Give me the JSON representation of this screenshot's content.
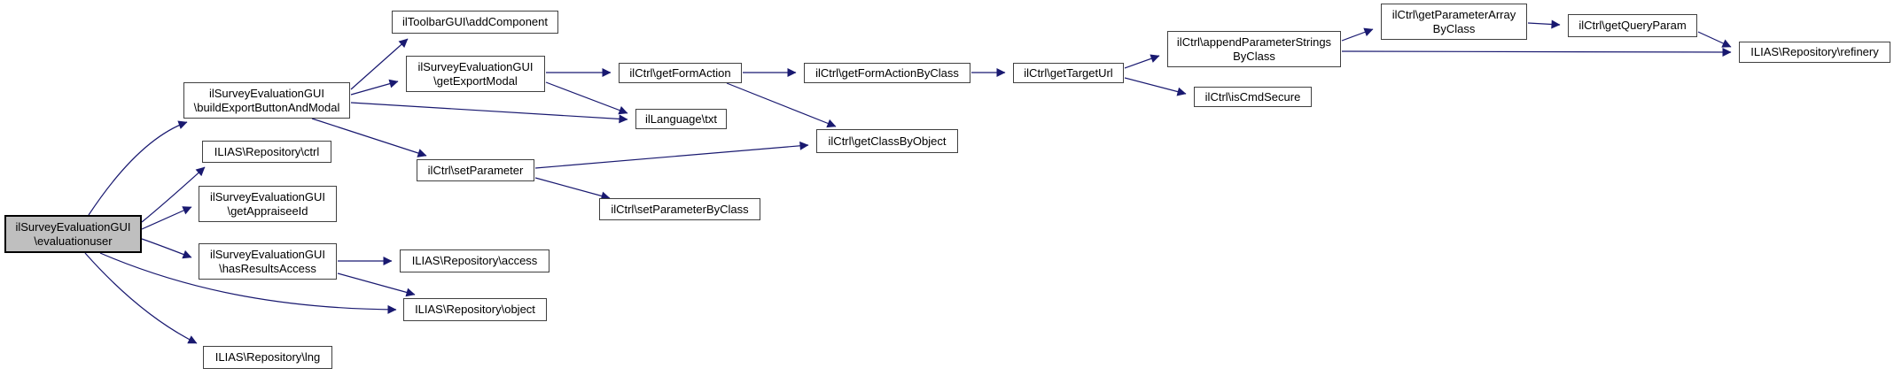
{
  "diagram": {
    "type": "call-graph",
    "edge_color": "#191970",
    "root_fill": "#bfbfbf",
    "node_fill": "#ffffff",
    "nodes": [
      {
        "id": "evaluationuser",
        "label": "ilSurveyEvaluationGUI\n\\evaluationuser",
        "root": true
      },
      {
        "id": "buildExportButtonAndModal",
        "label": "ilSurveyEvaluationGUI\n\\buildExportButtonAndModal",
        "root": false
      },
      {
        "id": "repository-ctrl",
        "label": "ILIAS\\Repository\\ctrl",
        "root": false
      },
      {
        "id": "getAppraiseeId",
        "label": "ilSurveyEvaluationGUI\n\\getAppraiseeId",
        "root": false
      },
      {
        "id": "hasResultsAccess",
        "label": "ilSurveyEvaluationGUI\n\\hasResultsAccess",
        "root": false
      },
      {
        "id": "repository-lng",
        "label": "ILIAS\\Repository\\lng",
        "root": false
      },
      {
        "id": "addComponent",
        "label": "ilToolbarGUI\\addComponent",
        "root": false
      },
      {
        "id": "getExportModal",
        "label": "ilSurveyEvaluationGUI\n\\getExportModal",
        "root": false
      },
      {
        "id": "setParameter",
        "label": "ilCtrl\\setParameter",
        "root": false
      },
      {
        "id": "repository-access",
        "label": "ILIAS\\Repository\\access",
        "root": false
      },
      {
        "id": "repository-object",
        "label": "ILIAS\\Repository\\object",
        "root": false
      },
      {
        "id": "getFormAction",
        "label": "ilCtrl\\getFormAction",
        "root": false
      },
      {
        "id": "language-txt",
        "label": "ilLanguage\\txt",
        "root": false
      },
      {
        "id": "setParameterByClass",
        "label": "ilCtrl\\setParameterByClass",
        "root": false
      },
      {
        "id": "getFormActionByClass",
        "label": "ilCtrl\\getFormActionByClass",
        "root": false
      },
      {
        "id": "getClassByObject",
        "label": "ilCtrl\\getClassByObject",
        "root": false
      },
      {
        "id": "getTargetUrl",
        "label": "ilCtrl\\getTargetUrl",
        "root": false
      },
      {
        "id": "appendParameterStringsByClass",
        "label": "ilCtrl\\appendParameterStrings\nByClass",
        "root": false
      },
      {
        "id": "isCmdSecure",
        "label": "ilCtrl\\isCmdSecure",
        "root": false
      },
      {
        "id": "getParameterArrayByClass",
        "label": "ilCtrl\\getParameterArray\nByClass",
        "root": false
      },
      {
        "id": "getQueryParam",
        "label": "ilCtrl\\getQueryParam",
        "root": false
      },
      {
        "id": "repository-refinery",
        "label": "ILIAS\\Repository\\refinery",
        "root": false
      }
    ],
    "edges": [
      {
        "from": "evaluationuser",
        "to": "buildExportButtonAndModal"
      },
      {
        "from": "evaluationuser",
        "to": "repository-ctrl"
      },
      {
        "from": "evaluationuser",
        "to": "getAppraiseeId"
      },
      {
        "from": "evaluationuser",
        "to": "hasResultsAccess"
      },
      {
        "from": "evaluationuser",
        "to": "repository-object"
      },
      {
        "from": "evaluationuser",
        "to": "repository-lng"
      },
      {
        "from": "buildExportButtonAndModal",
        "to": "addComponent"
      },
      {
        "from": "buildExportButtonAndModal",
        "to": "getExportModal"
      },
      {
        "from": "buildExportButtonAndModal",
        "to": "language-txt"
      },
      {
        "from": "buildExportButtonAndModal",
        "to": "setParameter"
      },
      {
        "from": "getExportModal",
        "to": "getFormAction"
      },
      {
        "from": "getExportModal",
        "to": "language-txt"
      },
      {
        "from": "getFormAction",
        "to": "getFormActionByClass"
      },
      {
        "from": "getFormAction",
        "to": "getClassByObject"
      },
      {
        "from": "setParameter",
        "to": "getClassByObject"
      },
      {
        "from": "setParameter",
        "to": "setParameterByClass"
      },
      {
        "from": "getFormActionByClass",
        "to": "getTargetUrl"
      },
      {
        "from": "getTargetUrl",
        "to": "appendParameterStringsByClass"
      },
      {
        "from": "getTargetUrl",
        "to": "isCmdSecure"
      },
      {
        "from": "appendParameterStringsByClass",
        "to": "getParameterArrayByClass"
      },
      {
        "from": "appendParameterStringsByClass",
        "to": "repository-refinery"
      },
      {
        "from": "getParameterArrayByClass",
        "to": "getQueryParam"
      },
      {
        "from": "getQueryParam",
        "to": "repository-refinery"
      },
      {
        "from": "hasResultsAccess",
        "to": "repository-access"
      },
      {
        "from": "hasResultsAccess",
        "to": "repository-object"
      }
    ]
  }
}
